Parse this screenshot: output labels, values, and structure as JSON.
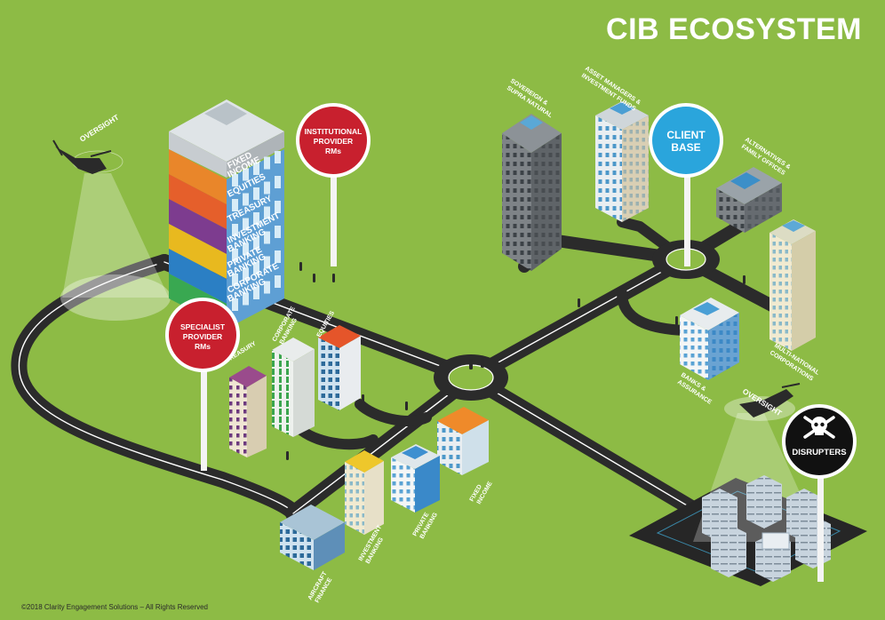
{
  "title": "CIB ECOSYSTEM",
  "copyright": "©2018 Clarity Engagement Solutions – All Rights Reserved",
  "colors": {
    "background": "#8dbb45",
    "road": "#2b2b2b",
    "road_line": "#ffffff",
    "provider_sign": "#c8202e",
    "client_sign": "#2aa5dc",
    "disrupter_sign": "#111111"
  },
  "signs": {
    "institutional": [
      "INSTITUTIONAL",
      "PROVIDER",
      "RMs"
    ],
    "specialist": [
      "SPECIALIST",
      "PROVIDER",
      "RMs"
    ],
    "client": [
      "CLIENT",
      "BASE"
    ],
    "disrupters": "DISRUPTERS",
    "disrupter_icon": "skull-crossbones-icon"
  },
  "tower_floors": [
    {
      "label": [
        "FIXED",
        "INCOME"
      ],
      "color": "#e9862a"
    },
    {
      "label": [
        "EQUITIES"
      ],
      "color": "#e55f2b"
    },
    {
      "label": [
        "TREASURY"
      ],
      "color": "#7d3c8f"
    },
    {
      "label": [
        "INVESTMENT",
        "BANKING"
      ],
      "color": "#e8b91f"
    },
    {
      "label": [
        "PRIVATE",
        "BANKING"
      ],
      "color": "#2b7fc4"
    },
    {
      "label": [
        "CORPORATE",
        "BANKING"
      ],
      "color": "#39a851"
    }
  ],
  "helicopters": {
    "left_label": "OVERSIGHT",
    "right_label": "OVERSIGHT",
    "icon": "helicopter-icon"
  },
  "client_buildings": {
    "sovereign": [
      "SOVEREIGN &",
      "SUPRA NATURAL"
    ],
    "asset_managers": [
      "ASSET MANAGERS &",
      "INVESTMENT FUNDS"
    ],
    "alternatives": [
      "ALTERNATIVES &",
      "FAMILY OFFICES"
    ],
    "multinational": [
      "MULTI-NATIONAL",
      "CORPORATIONS"
    ],
    "banks": [
      "BANKS &",
      "ASSURANCE"
    ]
  },
  "specialist_buildings": {
    "treasury": [
      "TREASURY"
    ],
    "corporate_banking": [
      "CORPORATE",
      "BANKING"
    ],
    "equities": [
      "EQUITIES"
    ],
    "fixed_income": [
      "FIXED",
      "INCOME"
    ],
    "private_banking": [
      "PRIVATE",
      "BANKING"
    ],
    "investment_banking": [
      "INVESTMENT",
      "BANKING"
    ],
    "aircraft_finance": [
      "AIRCRAFT",
      "FINANCE"
    ]
  }
}
